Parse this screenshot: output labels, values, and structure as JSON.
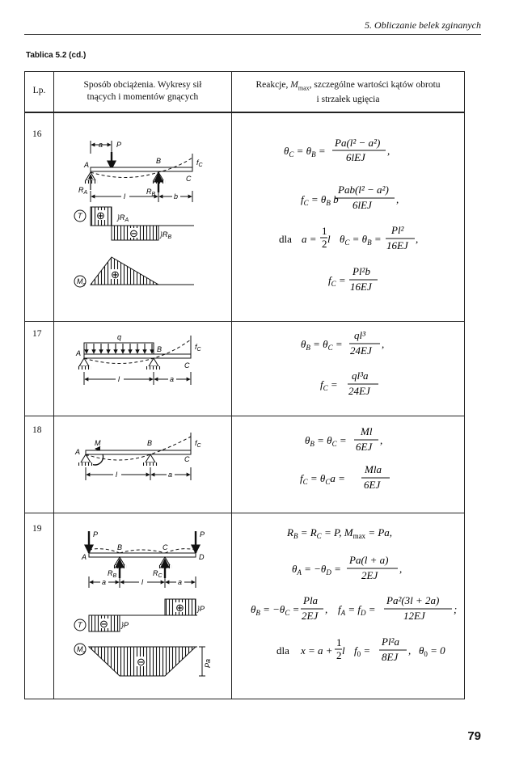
{
  "header": {
    "title": "5. Obliczanie belek zginanych"
  },
  "table": {
    "caption": "Tablica 5.2 (cd.)",
    "columns": {
      "lp": "Lp.",
      "load_line1": "Sposób obciążenia. Wykresy sił",
      "load_line2": "tnących i momentów gnących",
      "reactions_line1_pre": "Reakcje, ",
      "reactions_line1_m": "M",
      "reactions_line1_sub": "max",
      "reactions_line1_post": ", szczególne wartości kątów obrotu",
      "reactions_line2": "i strzałek ugięcia"
    },
    "rows": [
      {
        "lp": "16",
        "labels": {
          "a": "a",
          "P": "P",
          "B": "B",
          "A": "A",
          "C": "C",
          "fC": "f",
          "fCsub": "C",
          "RA": "R",
          "RAsub": "A",
          "RB": "R",
          "RBsub": "B",
          "l": "l",
          "b": "b",
          "T": "T",
          "plus": "⊕",
          "minus": "⊖",
          "MB": "M",
          "MBsub": "g"
        },
        "formulas": {
          "f1_lhs": "θ",
          "f1_lhs2": "C",
          "f1_eq1": " = θ",
          "f1_lhs3": "B",
          "f1_eq2": " = ",
          "f1_num": "Pa(l² − a²)",
          "f1_den": "6lEJ",
          "f1_tail": ",",
          "f2_lhs": "f",
          "f2_sub": "C",
          "f2_mid": " = θ",
          "f2_sub2": "B",
          "f2_b": " b",
          "f2_num": "Pab(l² − a²)",
          "f2_den": "6lEJ",
          "f2_tail": ",",
          "f3_dla": "dla",
          "f3_a": "a = ",
          "f3_half_num": "1",
          "f3_half_den": "2",
          "f3_l": " l",
          "f3_theta": "θ",
          "f3_c": "C",
          "f3_eq": " = θ",
          "f3_b": "B",
          "f3_eq2": " = ",
          "f3_num": "Pl²",
          "f3_den": "16EJ",
          "f3_tail": ",",
          "f4_lhs": "f",
          "f4_sub": "C",
          "f4_eq": " = ",
          "f4_num": "Pl²b",
          "f4_den": "16EJ"
        }
      },
      {
        "lp": "17",
        "labels": {
          "q": "q",
          "A": "A",
          "B": "B",
          "C": "C",
          "fC": "f",
          "fCsub": "C",
          "l": "l",
          "a": "a"
        },
        "formulas": {
          "f1_lhs": "θ",
          "f1_s1": "B",
          "f1_eq": " = θ",
          "f1_s2": "C",
          "f1_eq2": " = ",
          "f1_num": "ql³",
          "f1_den": "24EJ",
          "f1_tail": ",",
          "f2_lhs": "f",
          "f2_sub": "C",
          "f2_eq": " = ",
          "f2_num": "ql³a",
          "f2_den": "24EJ"
        }
      },
      {
        "lp": "18",
        "labels": {
          "M": "M",
          "A": "A",
          "B": "B",
          "C": "C",
          "fC": "f",
          "fCsub": "C",
          "l": "l",
          "a": "a"
        },
        "formulas": {
          "f1_lhs": "θ",
          "f1_s1": "B",
          "f1_eq": " = θ",
          "f1_s2": "C",
          "f1_eq2": " = ",
          "f1_num": "Ml",
          "f1_den": "6EJ",
          "f1_tail": ",",
          "f2_lhs": "f",
          "f2_sub": "C",
          "f2_eq": " = θ",
          "f2_s2": "C",
          "f2_a": "a = ",
          "f2_num": "Mla",
          "f2_den": "6EJ"
        }
      },
      {
        "lp": "19",
        "labels": {
          "P1": "P",
          "P2": "P",
          "B": "B",
          "C": "C",
          "A": "A",
          "D": "D",
          "RB": "R",
          "RBsub": "B",
          "RC": "R",
          "RCsub": "C",
          "a1": "a",
          "l": "l",
          "a2": "a",
          "T": "T",
          "plus": "⊕",
          "Pr": "P",
          "minus": "⊖",
          "Pl": "P",
          "M": "M",
          "Msub": "g",
          "Pa": "Pa"
        },
        "formulas": {
          "f1": "R",
          "f1_s1": "B",
          "f1_b": " = R",
          "f1_s2": "C",
          "f1_c": " = P,    M",
          "f1_s3": "max",
          "f1_d": " = Pa,",
          "f2_lhs": "θ",
          "f2_s1": "A",
          "f2_eq": " = −θ",
          "f2_s2": "D",
          "f2_eq2": " = ",
          "f2_num": "Pa(l + a)",
          "f2_den": "2EJ",
          "f2_tail": ",",
          "f3_lhs": "θ",
          "f3_s1": "B",
          "f3_eq": " = −θ",
          "f3_s2": "C",
          "f3_eq2": " = ",
          "f3_num": "Pla",
          "f3_den": "2EJ",
          "f3_comma": ",",
          "f3_f": "f",
          "f3_fa": "A",
          "f3_feq": " = f",
          "f3_fd": "D",
          "f3_feq2": " = ",
          "f3_num2": "Pa²(3l + 2a)",
          "f3_den2": "12EJ",
          "f3_tail": ";",
          "f4_dla": "dla",
          "f4_x": "x = a + ",
          "f4_half_num": "1",
          "f4_half_den": "2",
          "f4_l": " l",
          "f4_f": "f",
          "f4_f0": "0",
          "f4_eq": " = ",
          "f4_num": "Pl²a",
          "f4_den": "8EJ",
          "f4_comma": ",",
          "f4_theta": "θ",
          "f4_t0": "0",
          "f4_eq0": " = 0"
        }
      }
    ]
  },
  "page_number": "79"
}
